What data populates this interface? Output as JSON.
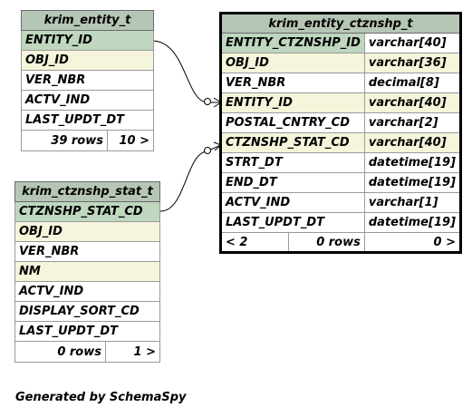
{
  "tables": {
    "entity": {
      "name": "krim_entity_t",
      "columns": [
        "ENTITY_ID",
        "OBJ_ID",
        "VER_NBR",
        "ACTV_IND",
        "LAST_UPDT_DT"
      ],
      "footer": {
        "rows": "39 rows",
        "children": "10 >"
      }
    },
    "stat": {
      "name": "krim_ctznshp_stat_t",
      "columns": [
        "CTZNSHP_STAT_CD",
        "OBJ_ID",
        "VER_NBR",
        "NM",
        "ACTV_IND",
        "DISPLAY_SORT_CD",
        "LAST_UPDT_DT"
      ],
      "footer": {
        "rows": "0 rows",
        "children": "1 >"
      }
    },
    "ctznshp": {
      "name": "krim_entity_ctznshp_t",
      "columns": [
        {
          "name": "ENTITY_CTZNSHP_ID",
          "type": "varchar[40]"
        },
        {
          "name": "OBJ_ID",
          "type": "varchar[36]"
        },
        {
          "name": "VER_NBR",
          "type": "decimal[8]"
        },
        {
          "name": "ENTITY_ID",
          "type": "varchar[40]"
        },
        {
          "name": "POSTAL_CNTRY_CD",
          "type": "varchar[2]"
        },
        {
          "name": "CTZNSHP_STAT_CD",
          "type": "varchar[40]"
        },
        {
          "name": "STRT_DT",
          "type": "datetime[19]"
        },
        {
          "name": "END_DT",
          "type": "datetime[19]"
        },
        {
          "name": "ACTV_IND",
          "type": "varchar[1]"
        },
        {
          "name": "LAST_UPDT_DT",
          "type": "datetime[19]"
        }
      ],
      "footer": {
        "parents": "< 2",
        "rows": "0 rows",
        "children": "0 >"
      }
    }
  },
  "footer_text": "Generated by SchemaSpy"
}
